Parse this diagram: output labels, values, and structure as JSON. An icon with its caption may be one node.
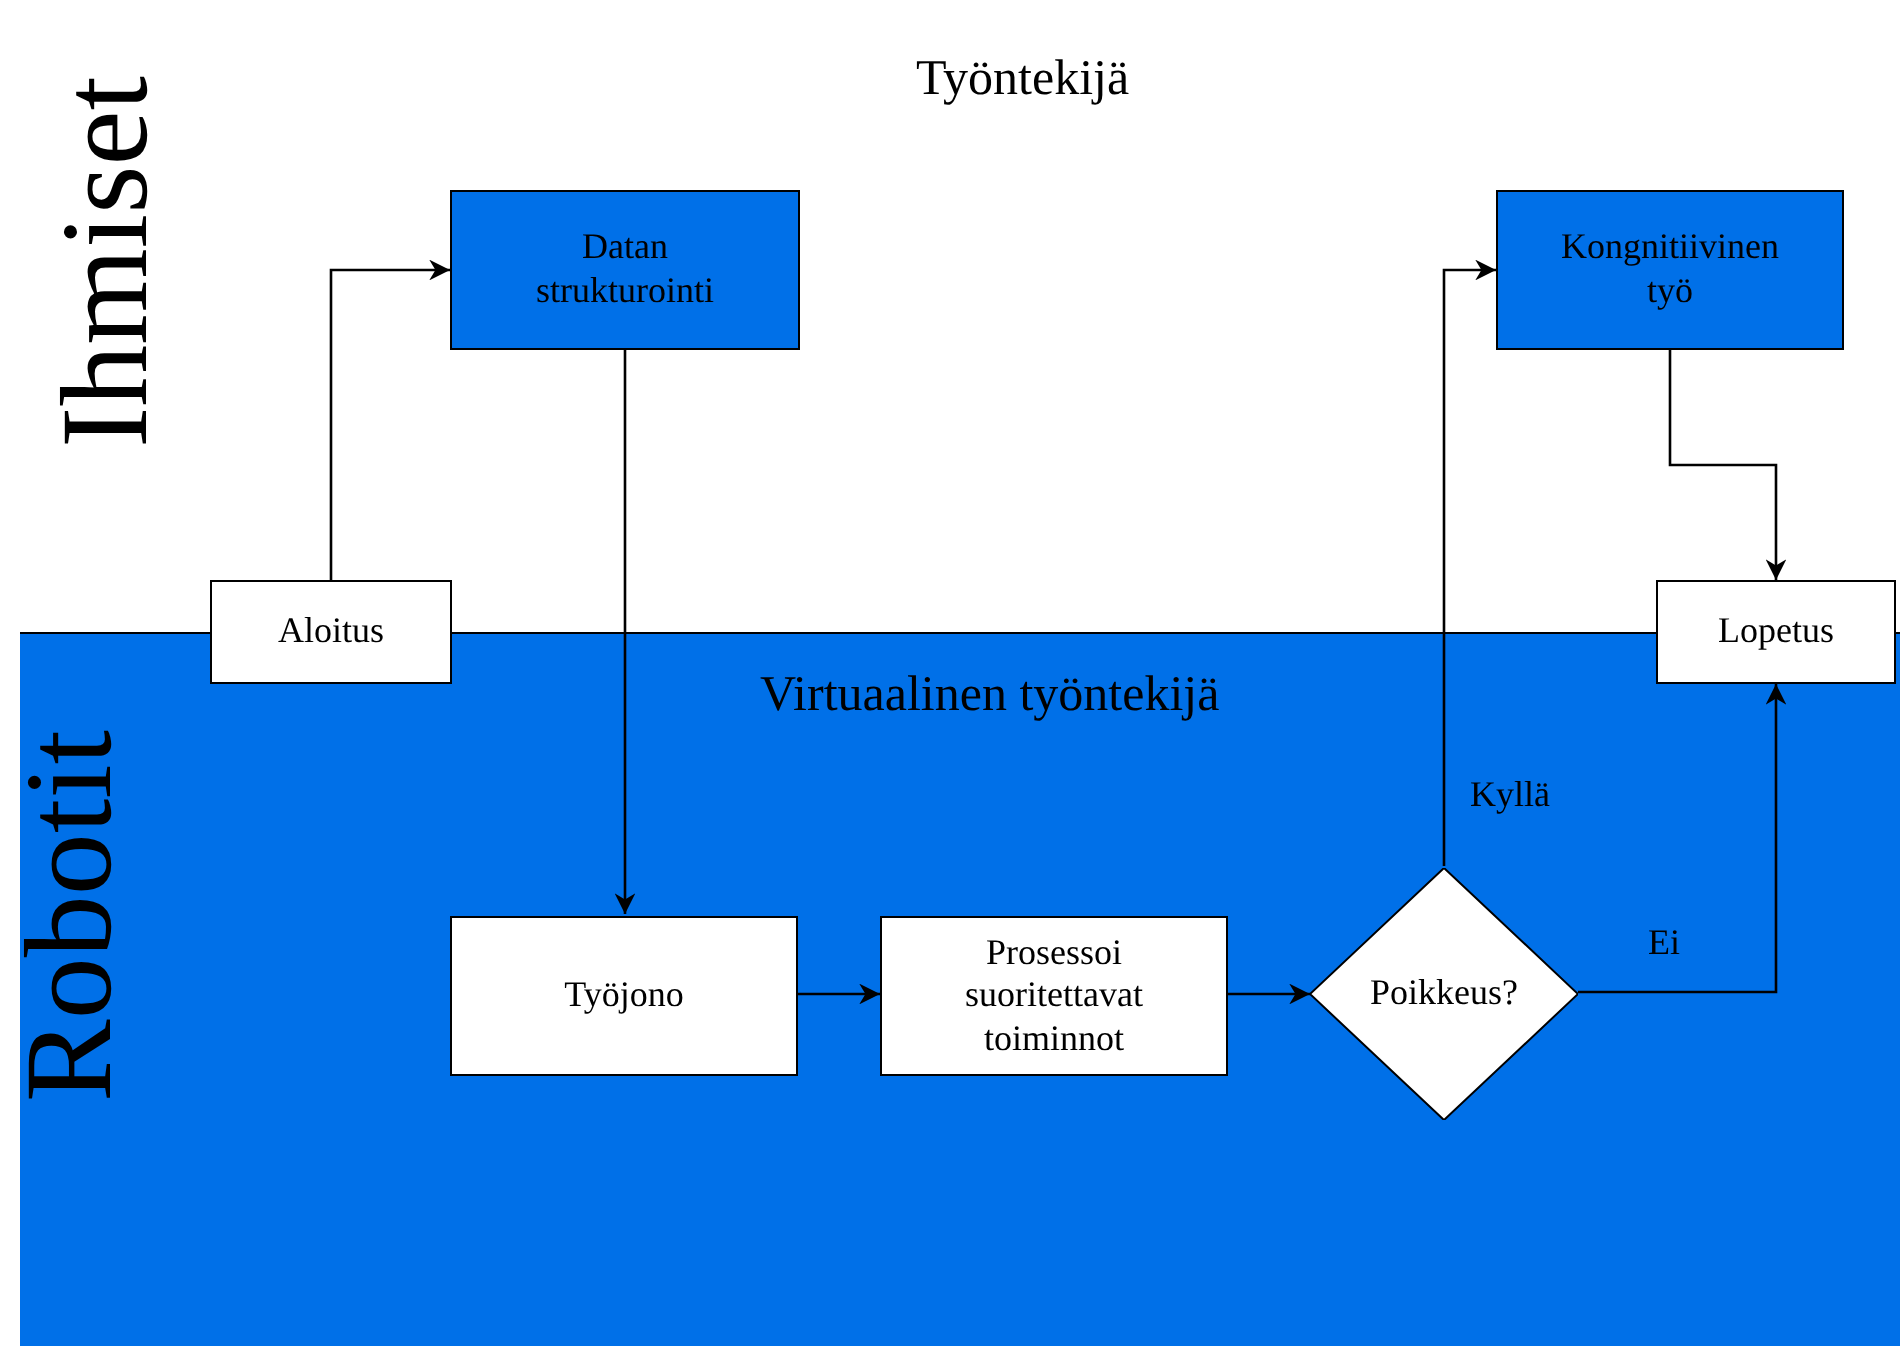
{
  "diagram": {
    "nodes": [
      {
        "text": [
          "Aloitus"
        ]
      },
      {
        "text": [
          "Datan strukturointi"
        ]
      },
      {
        "text": [
          "Kongnitiivinen työ"
        ]
      },
      {
        "text": [
          "Lopetus"
        ]
      },
      {
        "text": [
          "Robotit",
          "Virtuaalinen työntekijä"
        ]
      },
      {
        "text": [
          "Työjono"
        ],
        "in": 4
      },
      {
        "text": [
          "Prosessoi suoritettavat toiminnot"
        ],
        "in": 4
      },
      {
        "text": [
          "Poikkeus?"
        ],
        "in": 4
      }
    ],
    "edges": [
      {
        "from": 0,
        "to": 1,
        "arrow": "to"
      },
      {
        "from": 1,
        "to": 5,
        "arrow": "to"
      },
      {
        "from": 5,
        "to": 6,
        "arrow": "to"
      },
      {
        "from": 6,
        "to": 7,
        "arrow": "to"
      },
      {
        "from": 7,
        "to": 2,
        "arrow": "to",
        "label": "Kyllä"
      },
      {
        "from": 2,
        "to": 3,
        "arrow": "to"
      },
      {
        "from": 7,
        "to": 3,
        "arrow": "to",
        "label": "Ei"
      }
    ],
    "labels": [
      "Ihmiset",
      "Työntekijä"
    ]
  }
}
